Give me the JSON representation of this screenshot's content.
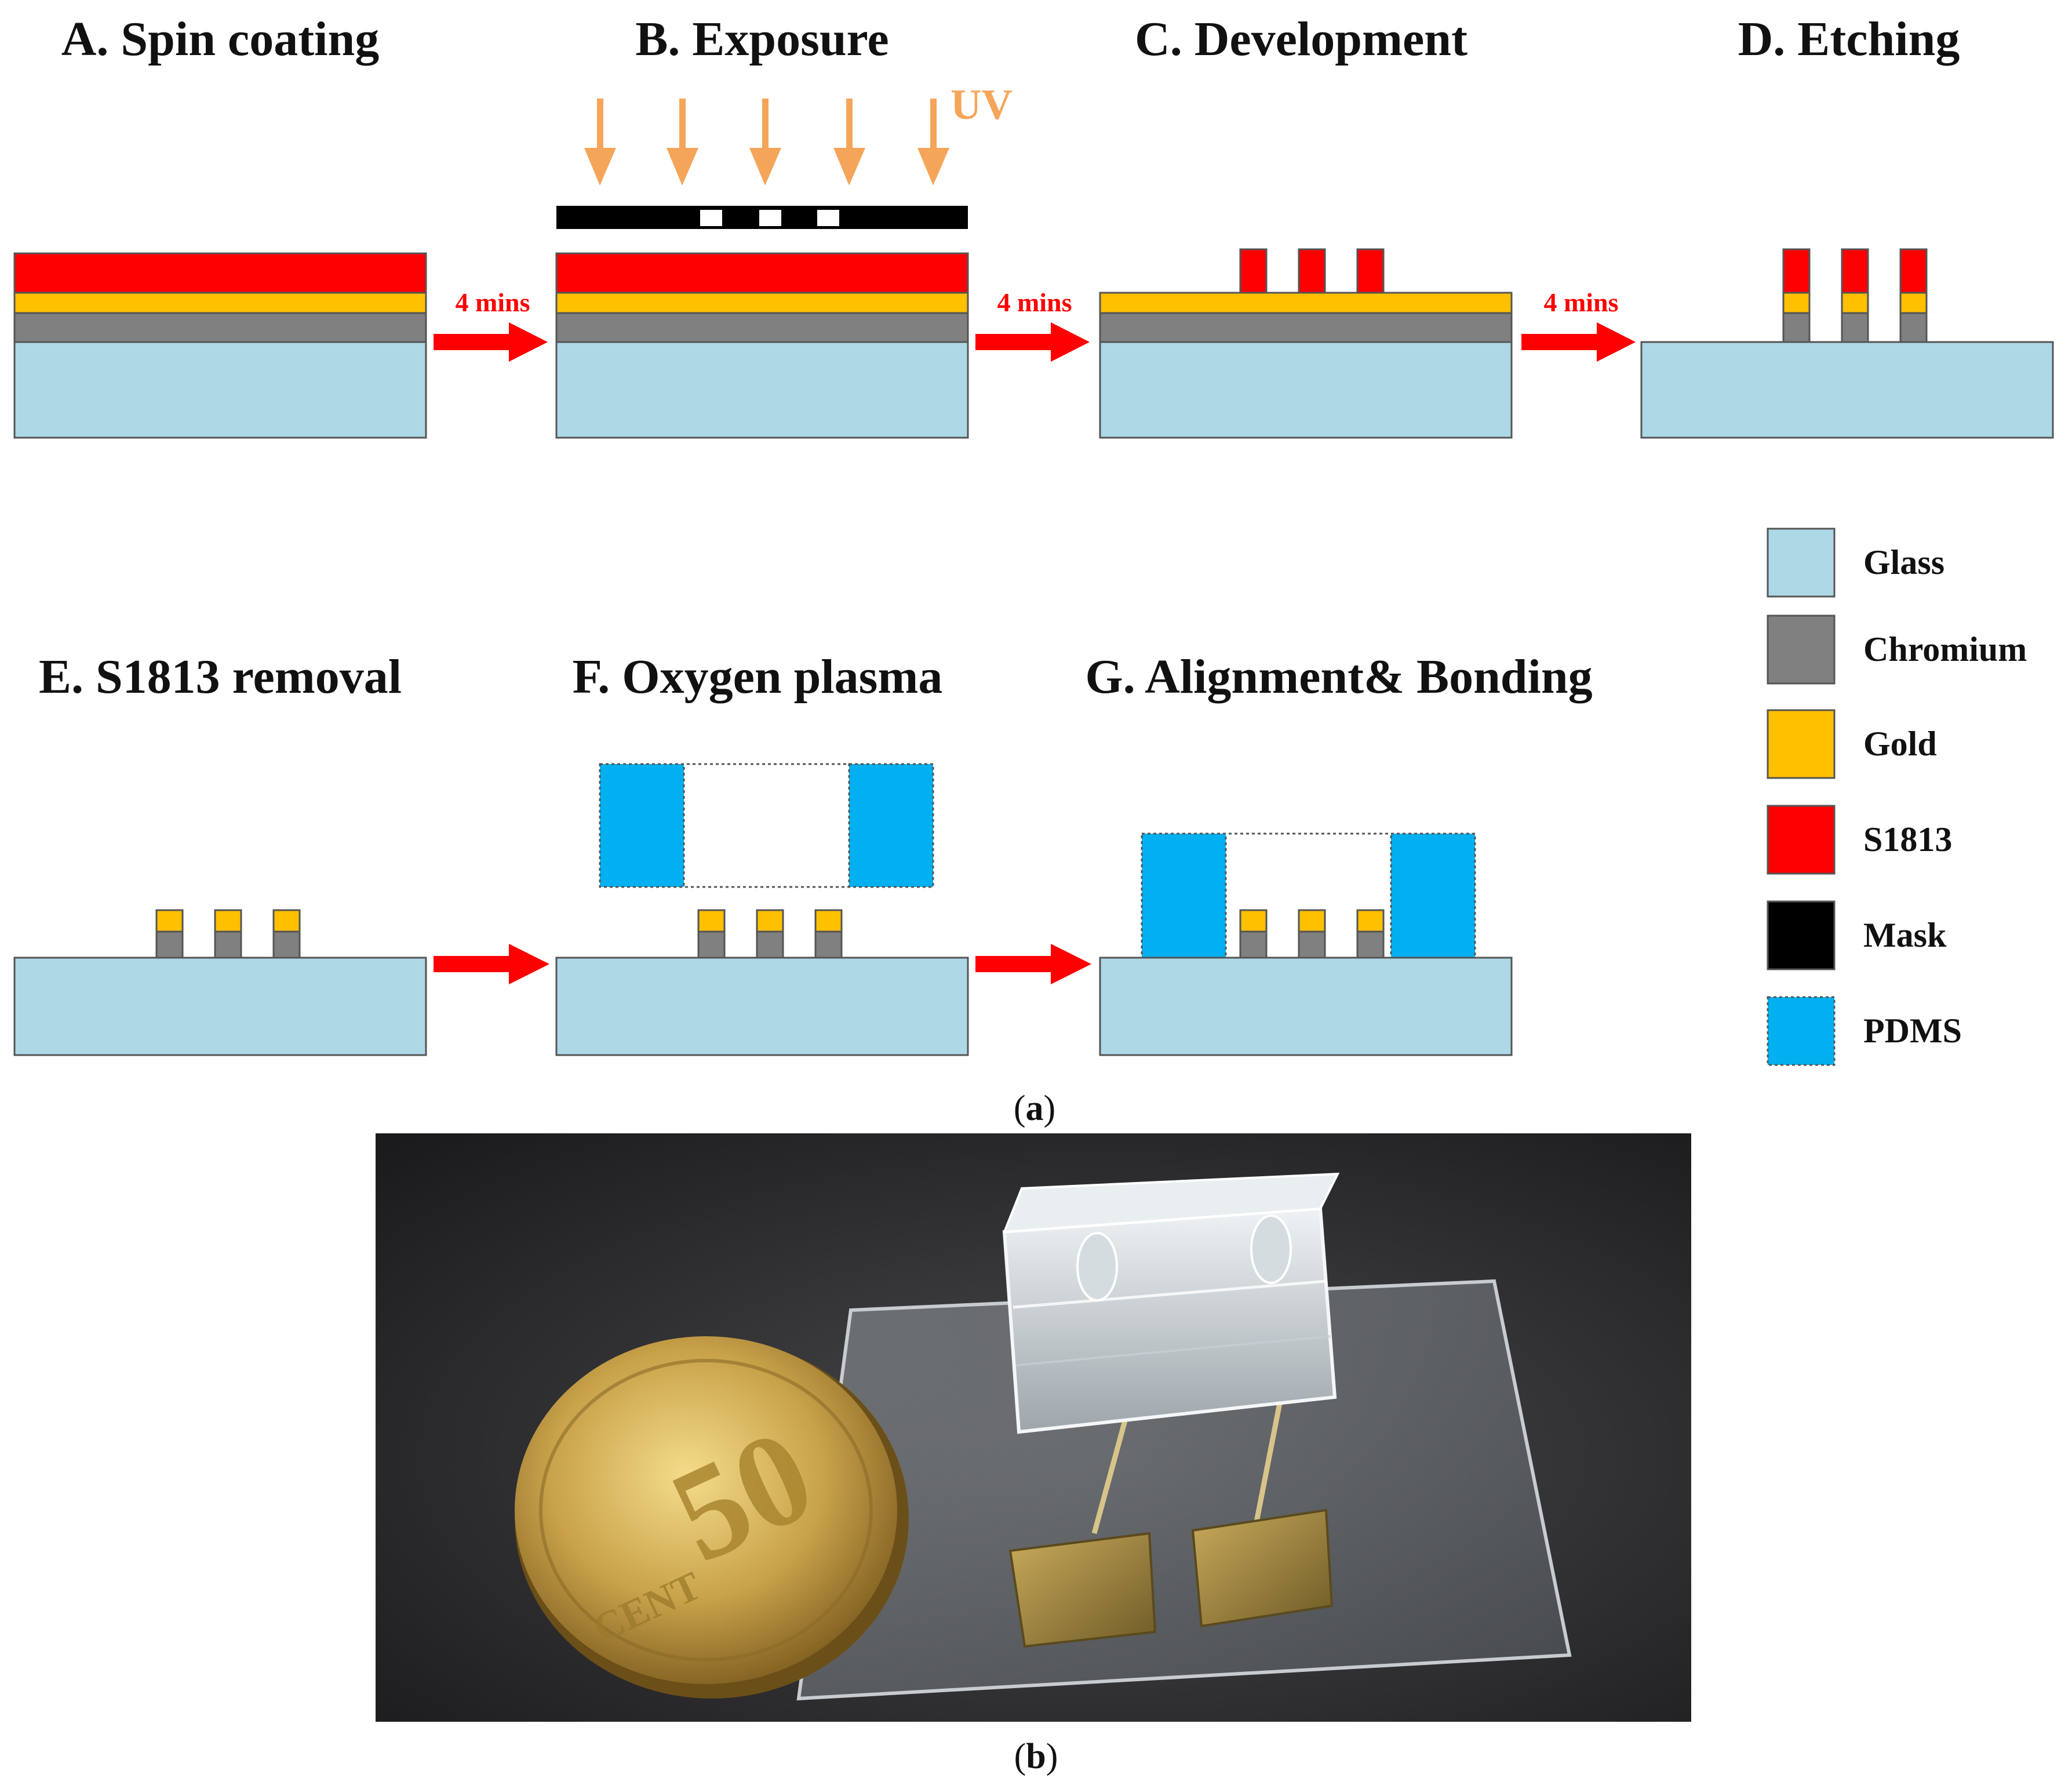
{
  "colors": {
    "glass": "#add8e6",
    "chromium": "#808080",
    "gold": "#ffc000",
    "s1813": "#ff0000",
    "mask": "#000000",
    "pdms": "#00b0f0",
    "arrow": "#ff0000",
    "uv": "#f5a55a",
    "outline": "#555555"
  },
  "steps": {
    "a": {
      "title": "A. Spin coating"
    },
    "b": {
      "title": "B. Exposure",
      "uv_label": "UV"
    },
    "c": {
      "title": "C. Development"
    },
    "d": {
      "title": "D. Etching"
    },
    "e": {
      "title": "E. S1813 removal"
    },
    "f": {
      "title": "F. Oxygen plasma"
    },
    "g": {
      "title": "G. Alignment& Bonding"
    }
  },
  "arrows": {
    "ab": {
      "label": "4 mins"
    },
    "bc": {
      "label": "4 mins"
    },
    "cd": {
      "label": "4 mins"
    },
    "ef": {
      "label": ""
    },
    "fg": {
      "label": ""
    }
  },
  "legend": [
    {
      "label": "Glass",
      "color": "#add8e6",
      "border": "solid"
    },
    {
      "label": "Chromium",
      "color": "#808080",
      "border": "solid"
    },
    {
      "label": "Gold",
      "color": "#ffc000",
      "border": "solid"
    },
    {
      "label": "S1813",
      "color": "#ff0000",
      "border": "solid"
    },
    {
      "label": "Mask",
      "color": "#000000",
      "border": "solid"
    },
    {
      "label": "PDMS",
      "color": "#00b0f0",
      "border": "dotted"
    }
  ],
  "captions": {
    "a_open": "(",
    "a_letter": "a",
    "a_close": ")",
    "b_open": "(",
    "b_letter": "b",
    "b_close": ")"
  },
  "photo": {
    "coin_value": "50",
    "coin_currency": "CENT"
  }
}
